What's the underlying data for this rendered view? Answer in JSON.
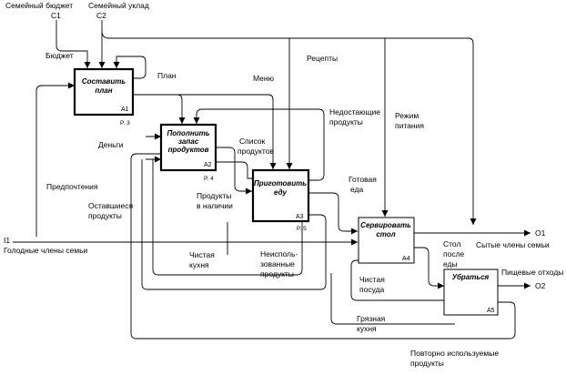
{
  "header": {
    "control_family_budget": "Семейный  бюджет",
    "control_family_order": "Семейный уклад",
    "c1": "C1",
    "c2": "C2"
  },
  "boxes": [
    {
      "title_line1": "Составить",
      "title_line2": "план",
      "num": "A1",
      "ref": "P. 3"
    },
    {
      "title_line1": "Пополнить",
      "title_line2": "запас",
      "title_line3": "продуктов",
      "num": "A2",
      "ref": "P. 4"
    },
    {
      "title_line1": "Приготовить",
      "title_line2": "еду",
      "num": "A3",
      "ref": "P. 5"
    },
    {
      "title_line1": "Сервировать",
      "title_line2": "стол",
      "num": "A4"
    },
    {
      "title_line1": "Убраться",
      "num": "A5"
    }
  ],
  "labels": {
    "budget": "Бюджет",
    "plan": "План",
    "menu": "Меню",
    "recipes": "Рецепты",
    "money": "Деньги",
    "shortage_1": "Недостающие",
    "shortage_2": "продукты",
    "regime_1": "Режим",
    "regime_2": "питания",
    "product_list_1": "Список",
    "product_list_2": "продуктов",
    "preferences": "Предпочтения",
    "remaining_1": "Оставшиеся",
    "remaining_2": "продукты",
    "available_1": "Продукты",
    "available_2": "в наличии",
    "ready_food_1": "Готовая",
    "ready_food_2": "еда",
    "i1": "I1",
    "hungry": "Голодные члены семьи",
    "clean_kitchen_1": "Чистая",
    "clean_kitchen_2": "кухня",
    "unused_1": "Неисполь-",
    "unused_2": "зованные",
    "unused_3": "продукты",
    "table_after_1": "Стол",
    "table_after_2": "после",
    "table_after_3": "еды",
    "o1": "O1",
    "full_members": "Сытые члены семьи",
    "clean_dishes_1": "Чистая",
    "clean_dishes_2": "посуда",
    "food_waste": "Пищевые отходы",
    "o2": "O2",
    "dirty_kitchen_1": "Грязная",
    "dirty_kitchen_2": "кухня",
    "reused_1": "Повторно используемые",
    "reused_2": "продукты"
  }
}
